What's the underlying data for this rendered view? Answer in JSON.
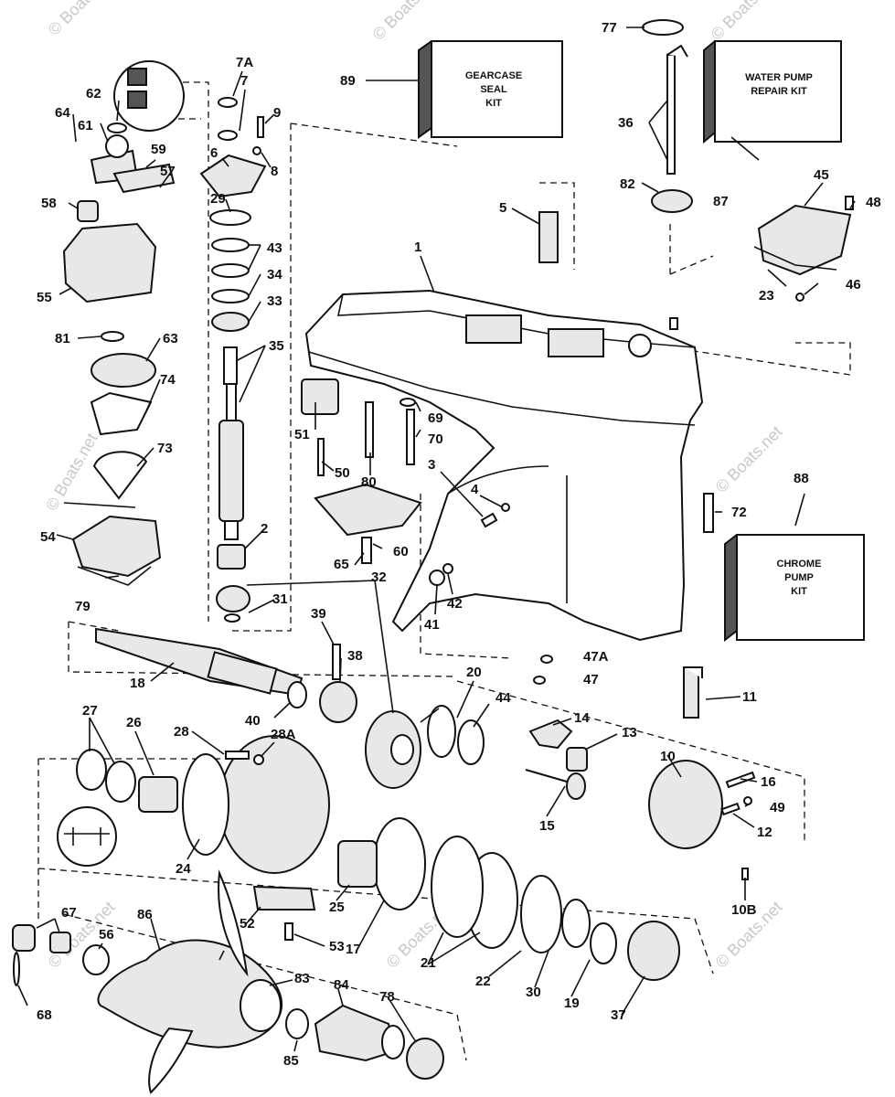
{
  "kits": [
    {
      "id": "gearcase-seal-kit",
      "lines": [
        "GEARCASE",
        "SEAL",
        "KIT"
      ]
    },
    {
      "id": "water-pump-repair-kit",
      "lines": [
        "WATER PUMP",
        "REPAIR KIT"
      ]
    },
    {
      "id": "chrome-pump-kit",
      "lines": [
        "CHROME",
        "PUMP",
        "KIT"
      ]
    }
  ],
  "watermark": "© Boats.net",
  "callouts": [
    "1",
    "2",
    "3",
    "4",
    "5",
    "6",
    "7",
    "7A",
    "8",
    "9",
    "10",
    "10B",
    "11",
    "12",
    "13",
    "14",
    "15",
    "16",
    "17",
    "18",
    "19",
    "20",
    "21",
    "22",
    "23",
    "24",
    "25",
    "26",
    "27",
    "28",
    "28A",
    "29",
    "30",
    "31",
    "32",
    "33",
    "34",
    "35",
    "36",
    "37",
    "38",
    "39",
    "40",
    "41",
    "42",
    "43",
    "44",
    "45",
    "46",
    "47",
    "47A",
    "48",
    "49",
    "50",
    "51",
    "52",
    "53",
    "54",
    "55",
    "56",
    "57",
    "58",
    "59",
    "60",
    "61",
    "62",
    "63",
    "64",
    "65",
    "67",
    "68",
    "69",
    "70",
    "72",
    "73",
    "74",
    "77",
    "78",
    "79",
    "80",
    "81",
    "82",
    "83",
    "84",
    "85",
    "86",
    "87",
    "88",
    "89"
  ]
}
